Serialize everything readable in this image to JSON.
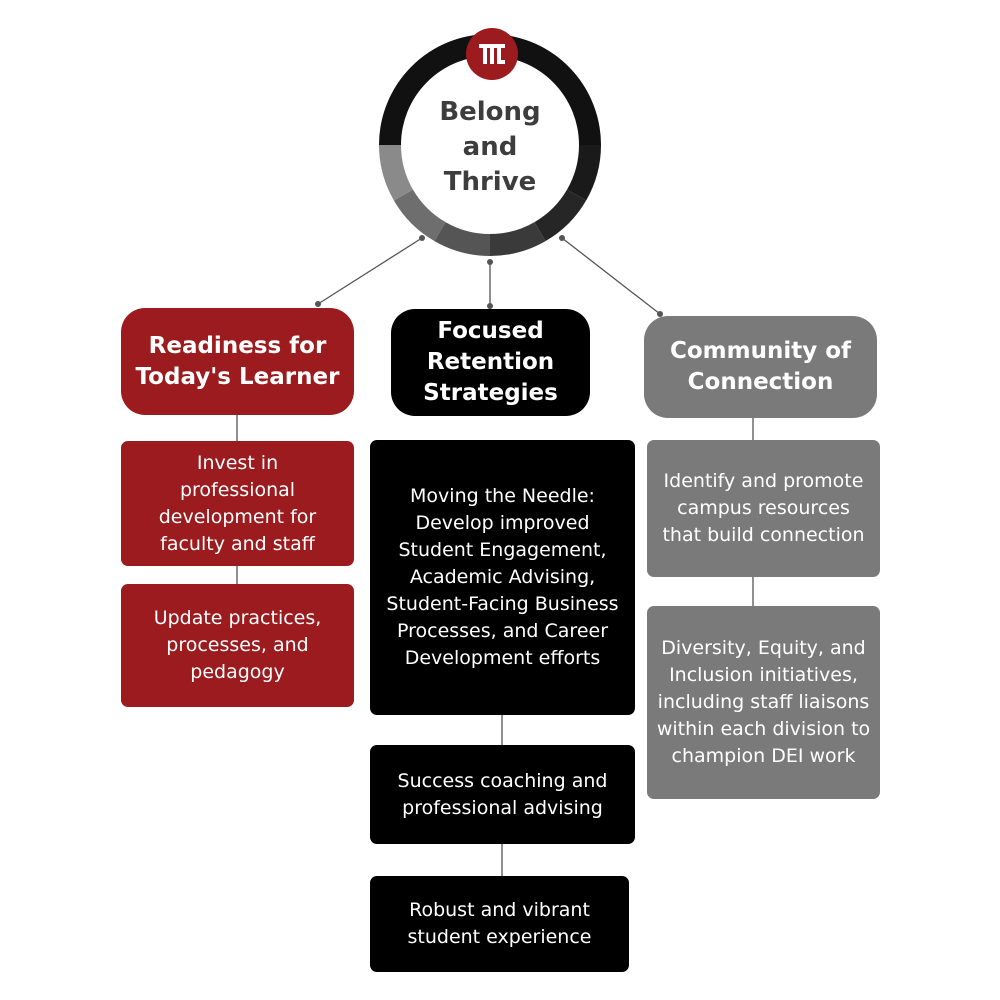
{
  "center": {
    "title_lines": [
      "Belong",
      "and",
      "Thrive"
    ],
    "ring_colors": [
      "#1a1a1a",
      "#262626",
      "#3a3a3a",
      "#555555",
      "#6e6e6e",
      "#8a8a8a"
    ],
    "logo_color": "#9b1b1e"
  },
  "columns": [
    {
      "header": "Readiness for Today's Learner",
      "color": "#9b1b1e",
      "items": [
        "Invest in professional development for faculty and staff",
        "Update practices, processes, and pedagogy"
      ]
    },
    {
      "header": "Focused Retention Strategies",
      "color": "#000000",
      "items": [
        "Moving the Needle: Develop improved Student Engagement, Academic Advising, Student-Facing Business Processes, and Career Development efforts",
        "Success coaching and professional advising",
        "Robust and vibrant student experience"
      ]
    },
    {
      "header": "Community of Connection",
      "color": "#7a7a7a",
      "items": [
        "Identify and promote campus resources that build connection",
        "Diversity, Equity, and Inclusion initiatives, including staff liaisons within each division to champion DEI work"
      ]
    }
  ]
}
